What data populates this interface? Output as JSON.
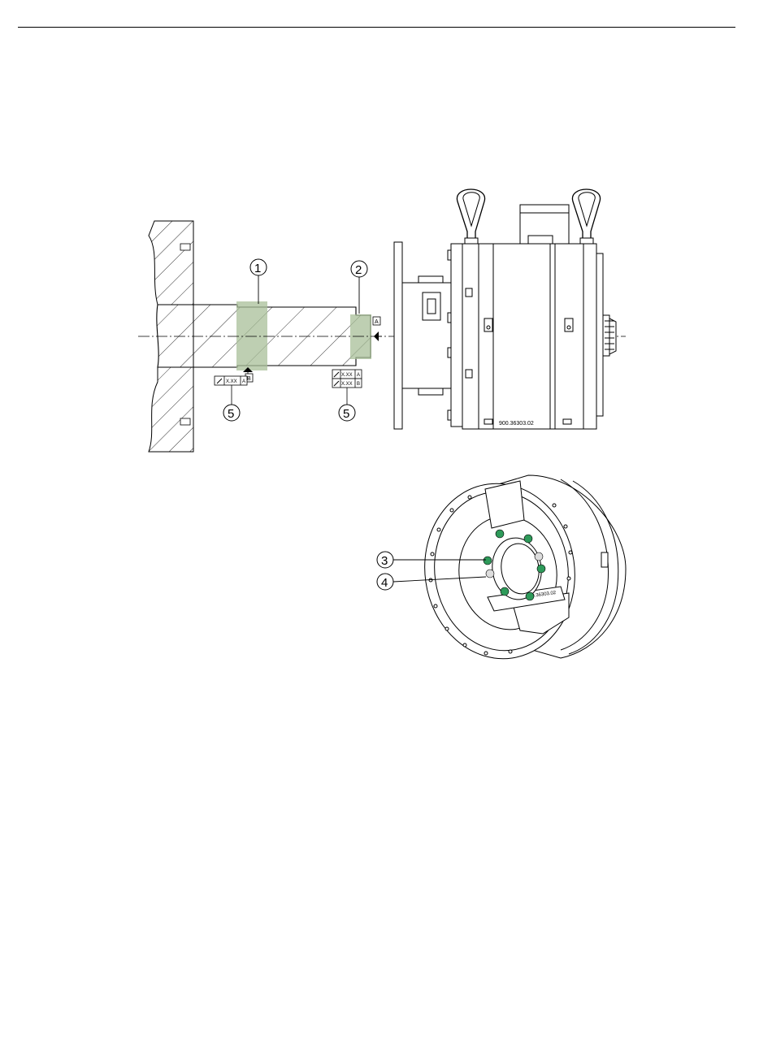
{
  "header": {
    "rule": "top-rule"
  },
  "callouts": {
    "c1": "1",
    "c2": "2",
    "c3": "3",
    "c4": "4",
    "c5a": "5",
    "c5b": "5"
  },
  "datums": {
    "a": "A",
    "b": "B"
  },
  "tolerances": {
    "left_value": "X.XX",
    "left_ref": "A",
    "right_top_value": "X.XX",
    "right_top_ref": "A",
    "right_bottom_value": "X.XX",
    "right_bottom_ref": "B"
  },
  "part_number": "900.36303.02",
  "part_number_iso": "900.36303.02",
  "colors": {
    "highlight": "#a8bf98",
    "bolt_green": "#2e9a5a",
    "line": "#000000"
  }
}
